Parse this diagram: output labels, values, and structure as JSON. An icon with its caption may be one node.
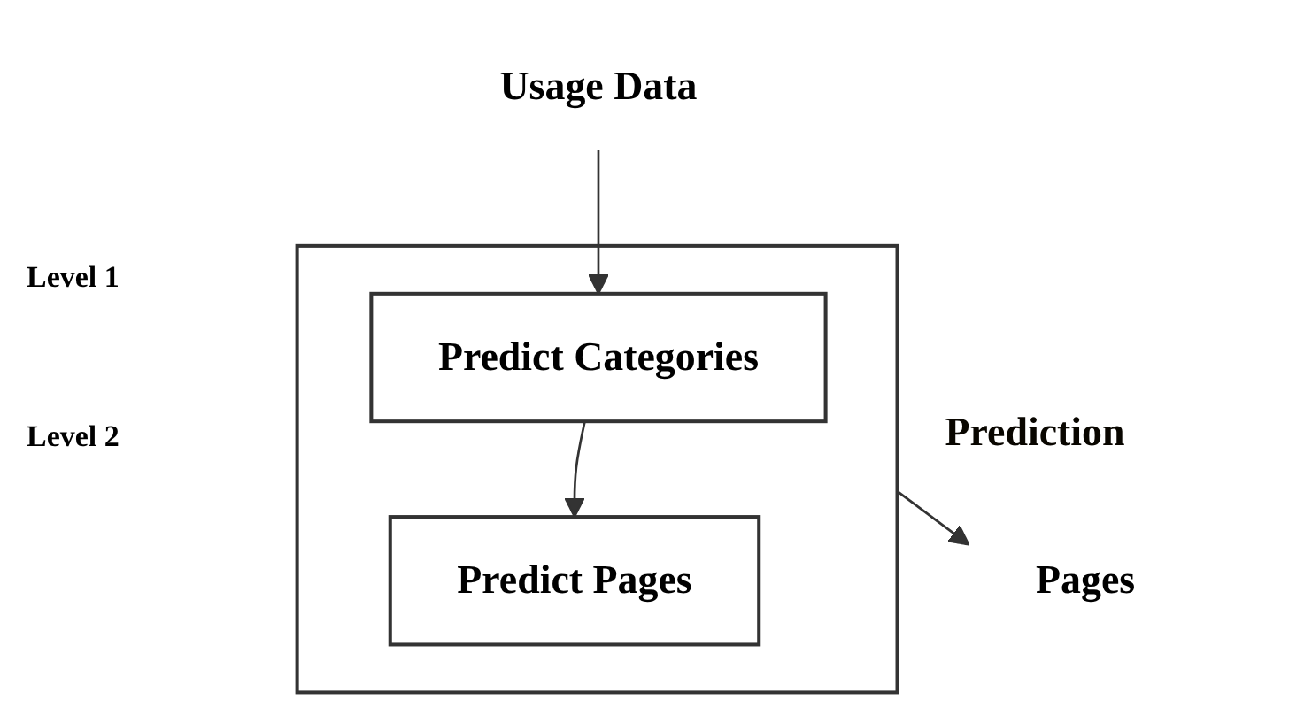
{
  "diagram": {
    "nodes": [
      {
        "text": [
          "Usage Data"
        ]
      },
      {
        "text": [
          "Prediction"
        ]
      },
      {
        "text": [
          "Predict Categories"
        ],
        "in": 1
      },
      {
        "text": [
          "Predict Pages"
        ],
        "in": 1
      },
      {
        "text": [
          "Pages"
        ]
      }
    ],
    "edges": [
      {
        "from": 0,
        "to": 2,
        "arrow": "to"
      },
      {
        "from": 2,
        "to": 3,
        "arrow": "to"
      },
      {
        "from": 1,
        "to": 4,
        "arrow": "to"
      }
    ],
    "labels": [
      "Level 1",
      "Level 2"
    ]
  }
}
